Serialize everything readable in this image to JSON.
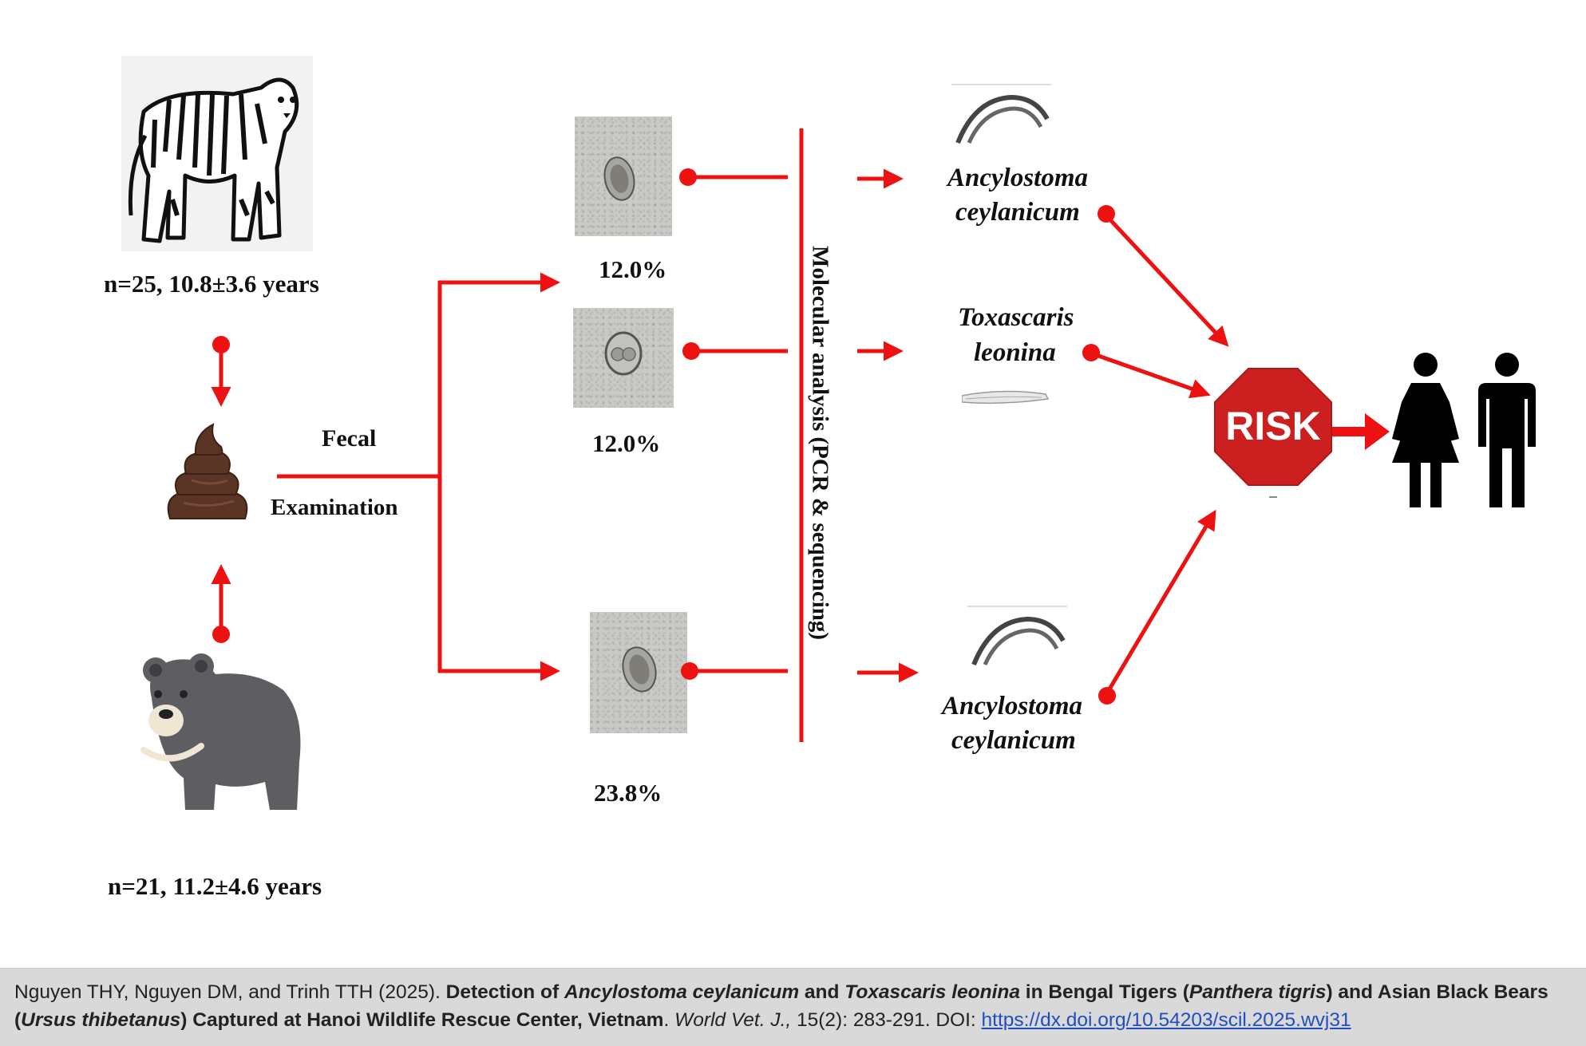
{
  "tiger": {
    "label": "n=25, 10.8±3.6 years"
  },
  "bear": {
    "label": "n=21, 11.2±4.6 years"
  },
  "fecal": {
    "line1": "Fecal",
    "line2": "Examination"
  },
  "samples": [
    {
      "percent": "12.0%"
    },
    {
      "percent": "12.0%"
    },
    {
      "percent": "23.8%"
    }
  ],
  "molecular": {
    "label": "Molecular analysis (PCR & sequencing)"
  },
  "parasites": [
    {
      "line1": "Ancylostoma",
      "line2": "ceylanicum"
    },
    {
      "line1": "Toxascaris",
      "line2": "leonina"
    },
    {
      "line1": "Ancylostoma",
      "line2": "ceylanicum"
    }
  ],
  "risk": {
    "label": "RISK"
  },
  "citation": {
    "authors": "Nguyen THY, Nguyen DM, and Trinh TTH (2025). ",
    "title_a": "Detection of ",
    "title_sp1": "Ancylostoma ceylanicum",
    "title_b": " and ",
    "title_sp2": "Toxascaris leonina",
    "title_c": " in Bengal Tigers (",
    "title_sp3": "Panthera tigris",
    "title_d": ") and Asian Black Bears (",
    "title_sp4": "Ursus thibetanus",
    "title_e": ") Captured at Hanoi Wildlife Rescue Center, Vietnam",
    "period": ". ",
    "journal": "World Vet. J.,",
    "volume": " 15(2): 283-291. DOI: ",
    "doi": "https://dx.doi.org/10.54203/scil.2025.wvj31"
  },
  "colors": {
    "arrow": "#ee1111",
    "risk_sign": "#cc1f1f",
    "bear_body": "#5e5e62",
    "poop": "#5a3424"
  }
}
